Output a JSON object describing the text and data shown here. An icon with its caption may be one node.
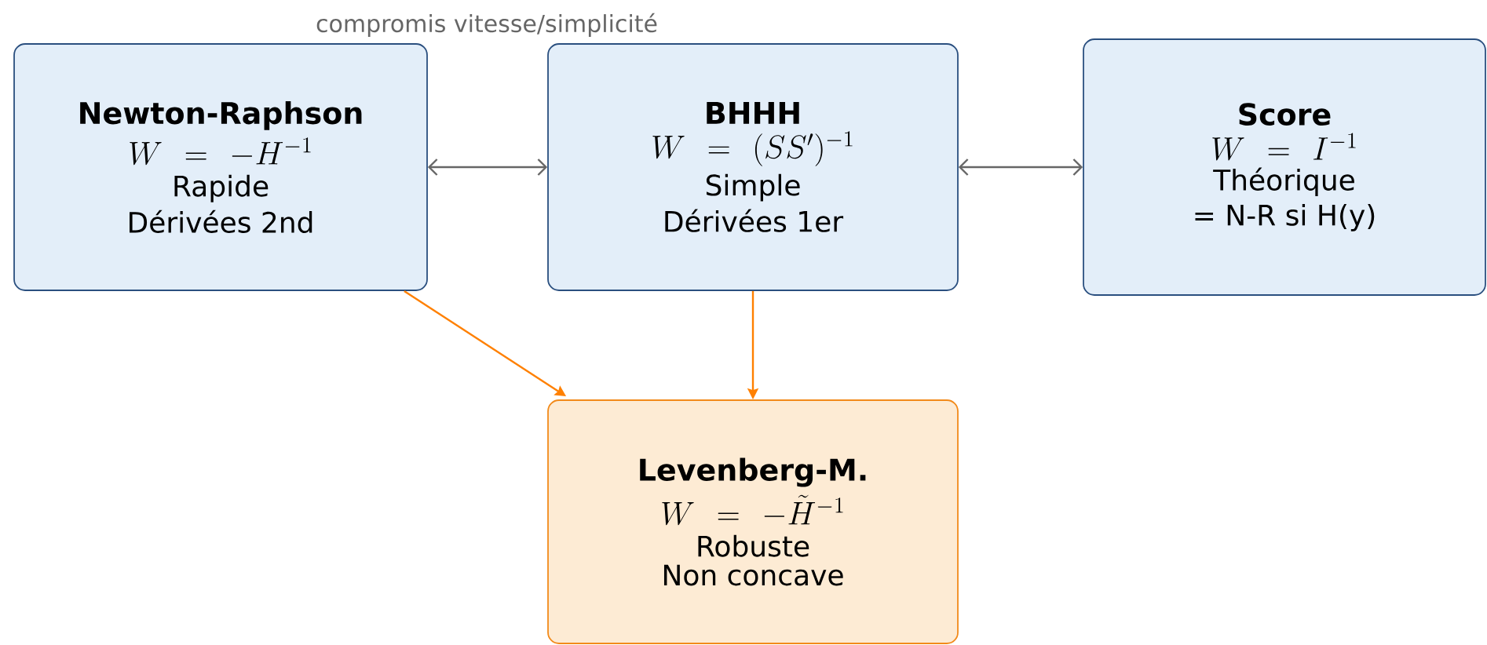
{
  "diagram": {
    "nodes": [
      {
        "text": [
          "Newton-Raphson",
          "W = -H^{-1}",
          "Rapide",
          "Dérivées 2nd"
        ]
      },
      {
        "text": [
          "BHHH",
          "W = (SS')^{-1}",
          "Simple",
          "Dérivées 1er"
        ]
      },
      {
        "text": [
          "Score",
          "W = I^{-1}",
          "Théorique",
          "= N-R si H(y)"
        ]
      },
      {
        "text": [
          "Levenberg-M.",
          "W = -\\tilde{H}^{-1}",
          "Robuste",
          "Non concave"
        ]
      }
    ],
    "edges": [
      {
        "from": 0,
        "to": 1,
        "arrow": "both",
        "color": "#666666"
      },
      {
        "from": 1,
        "to": 2,
        "arrow": "both",
        "color": "#666666"
      },
      {
        "from": 0,
        "to": 3,
        "arrow": "to",
        "color": "#ff8000"
      },
      {
        "from": 1,
        "to": 3,
        "arrow": "to",
        "color": "#ff8000"
      }
    ],
    "labels": [
      "compromis vitesse/simplicité"
    ]
  }
}
